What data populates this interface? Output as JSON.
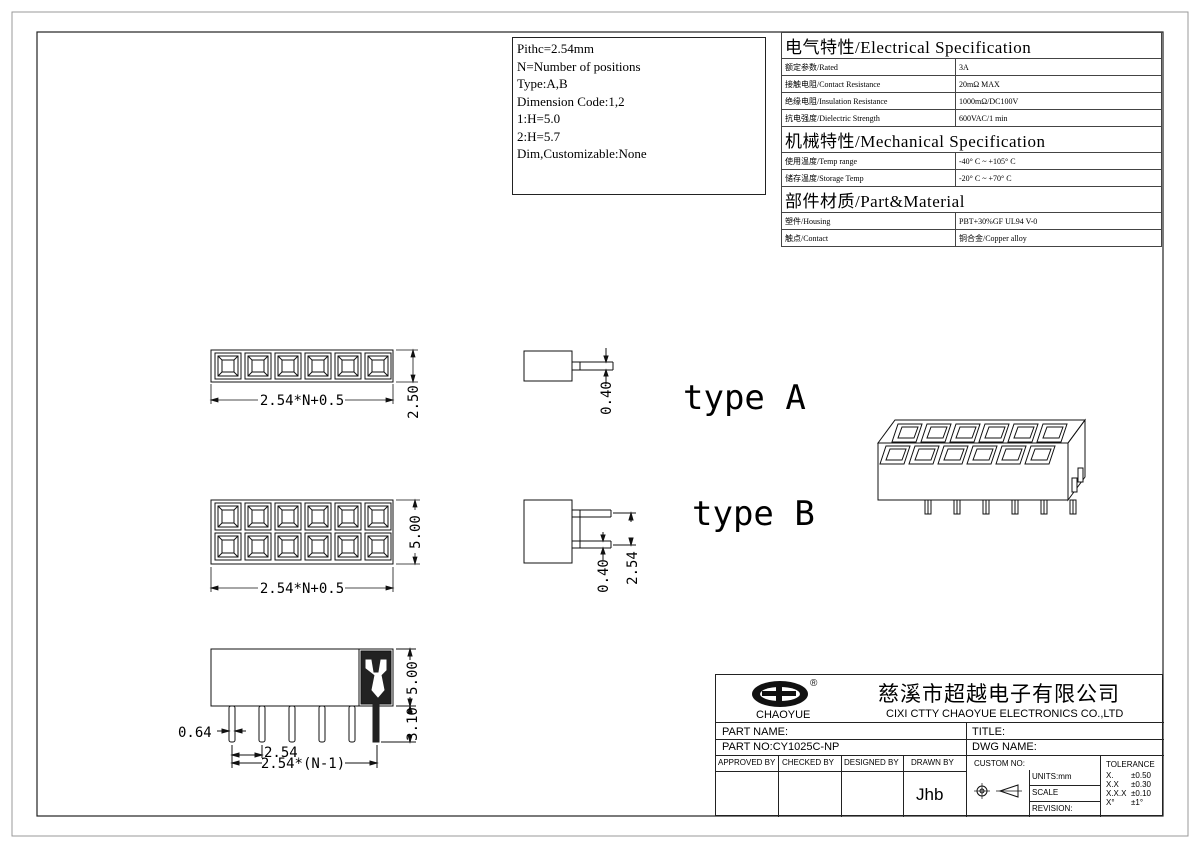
{
  "notes": {
    "lines": [
      "Pithc=2.54mm",
      "N=Number of positions",
      "Type:A,B",
      "Dimension Code:1,2",
      "1:H=5.0",
      "2:H=5.7",
      "Dim,Customizable:None"
    ]
  },
  "spec": {
    "electrical_title": "电气特性/Electrical Specification",
    "electrical_rows": [
      {
        "k": "额定参数/Rated",
        "v": "3A"
      },
      {
        "k": "接触电阻/Contact Resistance",
        "v": "20mΩ MAX"
      },
      {
        "k": "绝缘电阻/Insulation Resistance",
        "v": "1000mΩ/DC100V"
      },
      {
        "k": "抗电强度/Dielectric Strength",
        "v": "600VAC/1 min"
      }
    ],
    "mechanical_title": "机械特性/Mechanical Specification",
    "mechanical_rows": [
      {
        "k": "使用温度/Temp range",
        "v": "-40° C ~ +105° C"
      },
      {
        "k": "储存温度/Storage Temp",
        "v": "-20° C ~ +70° C"
      }
    ],
    "material_title": "部件材质/Part&Material",
    "material_rows": [
      {
        "k": "塑件/Housing",
        "v": "PBT+30%GF  UL94  V-0"
      },
      {
        "k": "触点/Contact",
        "v": "铜合金/Copper alloy"
      }
    ]
  },
  "labels": {
    "type_a": "type A",
    "type_b": "type B"
  },
  "dims": {
    "width_a": "2.54*N+0.5",
    "height_a": "2.50",
    "pin_a": "0.40",
    "width_b": "2.54*N+0.5",
    "height_b": "5.00",
    "pin_b": "0.40",
    "pitch_b": "2.54",
    "side_h": "5.00",
    "side_tail": "3.10",
    "side_pin": "0.64",
    "side_pitch": "2.54",
    "side_span": "2.54*(N-1)"
  },
  "title_block": {
    "company_cn": "慈溪市超越电子有限公司",
    "company_en": "CIXI CTTY CHAOYUE ELECTRONICS CO.,LTD",
    "logo_text": "CHAOYUE",
    "logo_mark": "®",
    "part_name": "PART NAME:",
    "title": "TITLE:",
    "part_no": "PART NO:CY1025C-NP",
    "dwg_name": "DWG NAME:",
    "approved_by": "APPROVED BY",
    "checked_by": "CHECKED BY",
    "designed_by": "DESIGNED BY",
    "drawn_by": "DRAWN BY",
    "drawn_by_value": "Jhb",
    "custom_no": "CUSTOM NO:",
    "units": "UNITS:mm",
    "scale": "SCALE",
    "revision": "REVISION:",
    "tolerance_title": "TOLERANCE",
    "tolerance": [
      {
        "k": "X.",
        "v": "±0.50"
      },
      {
        "k": "X.X",
        "v": "±0.30"
      },
      {
        "k": "X.X.X",
        "v": "±0.10"
      },
      {
        "k": "X°",
        "v": "±1°"
      }
    ]
  }
}
